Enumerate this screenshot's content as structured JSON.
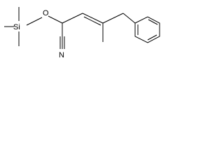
{
  "molecule": {
    "atoms": {
      "silicon": "Si",
      "oxygen": "O",
      "nitrogen": "N"
    }
  }
}
